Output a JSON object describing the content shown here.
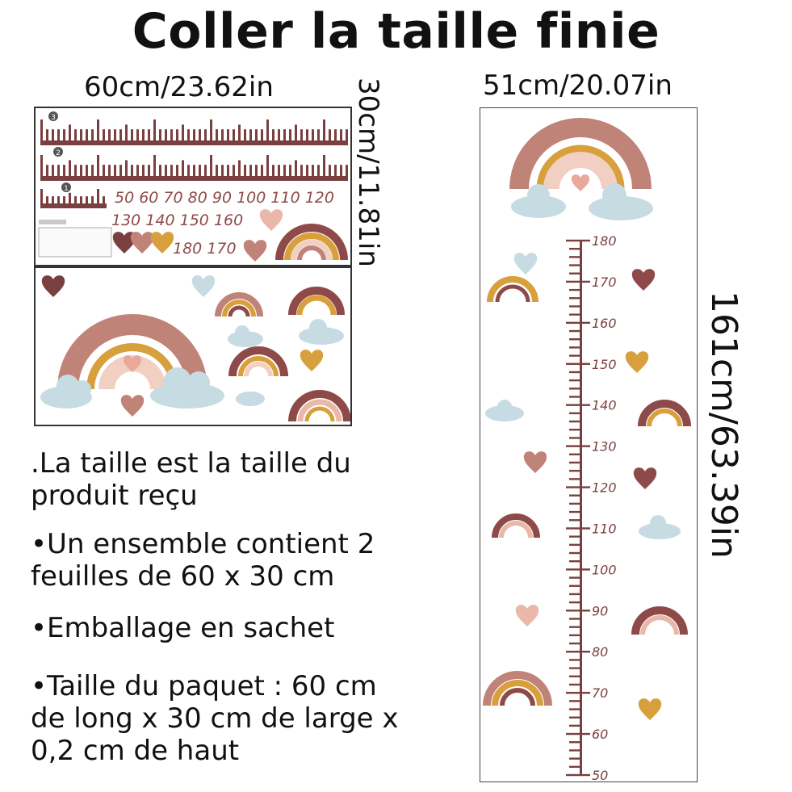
{
  "title": "Coller la taille finie",
  "sheet": {
    "width_label": "60cm/23.62in",
    "height_label": "30cm/11.81in",
    "strip_numbers": [
      "3",
      "2",
      "1"
    ],
    "numbers_row1": "50 60 70 80 90 100 110 120",
    "numbers_row2": "130 140 150 160",
    "numbers_row3": "180 170"
  },
  "growth_chart": {
    "width_label": "51cm/20.07in",
    "height_label": "161cm/63.39in",
    "scale_min": 50,
    "scale_max": 180,
    "tick_labels": [
      "180",
      "170",
      "160",
      "150",
      "140",
      "130",
      "120",
      "110",
      "100",
      "90",
      "80",
      "70",
      "60",
      "50"
    ]
  },
  "info_items": [
    ".La taille est la taille du\nproduit reçu",
    "•Un ensemble contient 2\nfeuilles de 60 x 30 cm",
    "•Emballage en sachet",
    "•Taille du paquet : 60 cm\nde long x 30 cm de large x\n0,2 cm de haut"
  ],
  "colors": {
    "maroon": "#7a3f3f",
    "rose": "#c08378",
    "mustard": "#d8a03d",
    "pink": "#f2cfc3",
    "cloud": "#c7dbe3",
    "dark_heart": "#8e4a48"
  }
}
